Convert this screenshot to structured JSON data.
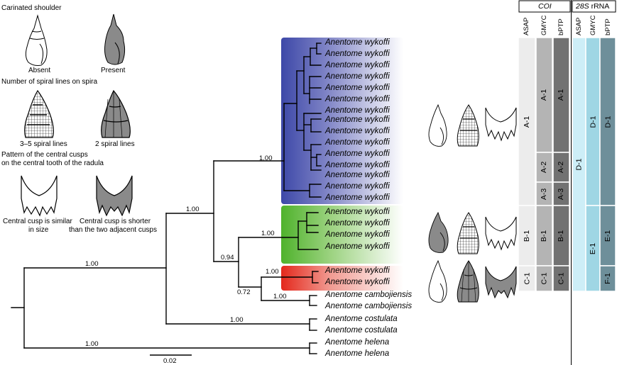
{
  "legend": {
    "shoulder_title": "Carinated shoulder",
    "shoulder_absent": "Absent",
    "shoulder_present": "Present",
    "spiral_title": "Number of spiral lines on spira",
    "spiral_35": "3–5 spiral lines",
    "spiral_2": "2 spiral lines",
    "cusps_title_1": "Pattern of the central cusps",
    "cusps_title_2": "on the central tooth of the radula",
    "cusp_similar_1": "Central cusp is similar",
    "cusp_similar_2": "in size",
    "cusp_shorter_1": "Central cusp is shorter",
    "cusp_shorter_2": "than the two adjacent cusps"
  },
  "tree": {
    "taxa": [
      "Anentome wykoffi",
      "Anentome wykoffi",
      "Anentome wykoffi",
      "Anentome wykoffi",
      "Anentome wykoffi",
      "Anentome wykoffi",
      "Anentome wykoffi",
      "Anentome wykoffi",
      "Anentome wykoffi",
      "Anentome wykoffi",
      "Anentome wykoffi",
      "Anentome wykoffi",
      "Anentome wykoffi",
      "Anentome wykoffi",
      "Anentome wykoffi",
      "Anentome wykoffi",
      "Anentome wykoffi",
      "Anentome wykoffi",
      "Anentome wykoffi",
      "Anentome cambojiensis",
      "Anentome cambojiensis",
      "Anentome costulata",
      "Anentome costulata",
      "Anentome helena",
      "Anentome helena"
    ],
    "support": {
      "blue_clade": "1.00",
      "wykoffi_all": "1.00",
      "green_clade": "1.00",
      "green_red_camb": "0.94",
      "red_clade": "1.00",
      "red_camb": "0.72",
      "cambojiensis": "1.00",
      "costulata": "1.00",
      "helena": "1.00",
      "root": "1.00"
    },
    "scale_label": "0.02",
    "clade_colors": {
      "blue": "#3d48a8",
      "green": "#5ab834",
      "red": "#e4281c"
    }
  },
  "delimitation": {
    "coi_header": "COI",
    "rrna_header_italic": "28S",
    "rrna_header_rest": " rRNA",
    "methods": [
      "ASAP",
      "GMYC",
      "bPTP",
      "ASAP",
      "GMYC",
      "bPTP"
    ],
    "labels": {
      "asap_coi_a1": "A-1",
      "asap_coi_b1": "B-1",
      "asap_coi_c1": "C-1",
      "gmyc_coi_a1": "A-1",
      "gmyc_coi_a2": "A-2",
      "gmyc_coi_a3": "A-3",
      "gmyc_coi_b1": "B-1",
      "gmyc_coi_c1": "C-1",
      "bptp_coi_a1": "A-1",
      "bptp_coi_a2": "A-2",
      "bptp_coi_a3": "A-3",
      "bptp_coi_b1": "B-1",
      "bptp_coi_c1": "C-1",
      "asap_28s_d1": "D-1",
      "gmyc_28s_d1": "D-1",
      "gmyc_28s_e1": "E-1",
      "bptp_28s_d1": "D-1",
      "bptp_28s_e1": "E-1",
      "bptp_28s_f1": "F-1"
    },
    "colors": {
      "asap_coi": "#ececec",
      "gmyc_coi": "#b4b4b4",
      "bptp_coi": "#727272",
      "asap_28s": "#cdeef7",
      "gmyc_28s": "#9fd6e4",
      "bptp_28s": "#6e8f9a"
    }
  }
}
